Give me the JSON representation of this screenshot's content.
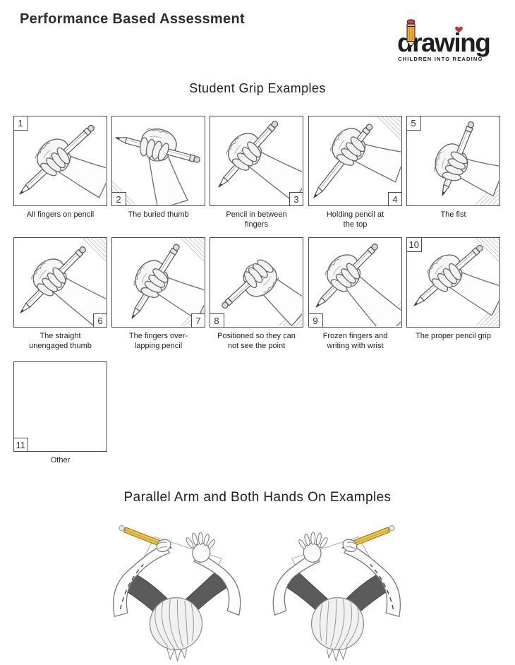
{
  "header": {
    "title": "Performance Based Assessment"
  },
  "logo": {
    "word": "drawing",
    "tagline": "CHILDREN INTO READING",
    "colors": {
      "text": "#1f1f1f",
      "pencil_body": "#F0AC3C",
      "pencil_wood": "#EFD9B8",
      "pencil_ferrule": "#BDBDBD",
      "pencil_eraser": "#D9453A",
      "heart": "#C9302B"
    }
  },
  "sections": {
    "grips": {
      "title": "Student Grip Examples"
    },
    "parallel": {
      "title": "Parallel Arm and Both Hands On Examples"
    }
  },
  "grip_panels": [
    {
      "number": "1",
      "caption": "All fingers on pencil",
      "number_pos": "tl"
    },
    {
      "number": "2",
      "caption": "The buried thumb",
      "number_pos": "bl"
    },
    {
      "number": "3",
      "caption": "Pencil in between\nfingers",
      "number_pos": "br"
    },
    {
      "number": "4",
      "caption": "Holding pencil at\nthe top",
      "number_pos": "br"
    },
    {
      "number": "5",
      "caption": "The fist",
      "number_pos": "tl"
    },
    {
      "number": "6",
      "caption": "The straight\nunengaged thumb",
      "number_pos": "br"
    },
    {
      "number": "7",
      "caption": "The fingers over-\nlapping pencil",
      "number_pos": "br"
    },
    {
      "number": "8",
      "caption": "Positioned so they can\nnot see the point",
      "number_pos": "bl"
    },
    {
      "number": "9",
      "caption": "Frozen fingers and\nwriting with wrist",
      "number_pos": "bl"
    },
    {
      "number": "10",
      "caption": "The proper pencil grip",
      "number_pos": "tl"
    },
    {
      "number": "11",
      "caption": "Other",
      "number_pos": "bl",
      "empty": true
    }
  ],
  "figures": [
    {
      "name": "parallel-arm-left-handed"
    },
    {
      "name": "parallel-arm-right-handed"
    }
  ]
}
